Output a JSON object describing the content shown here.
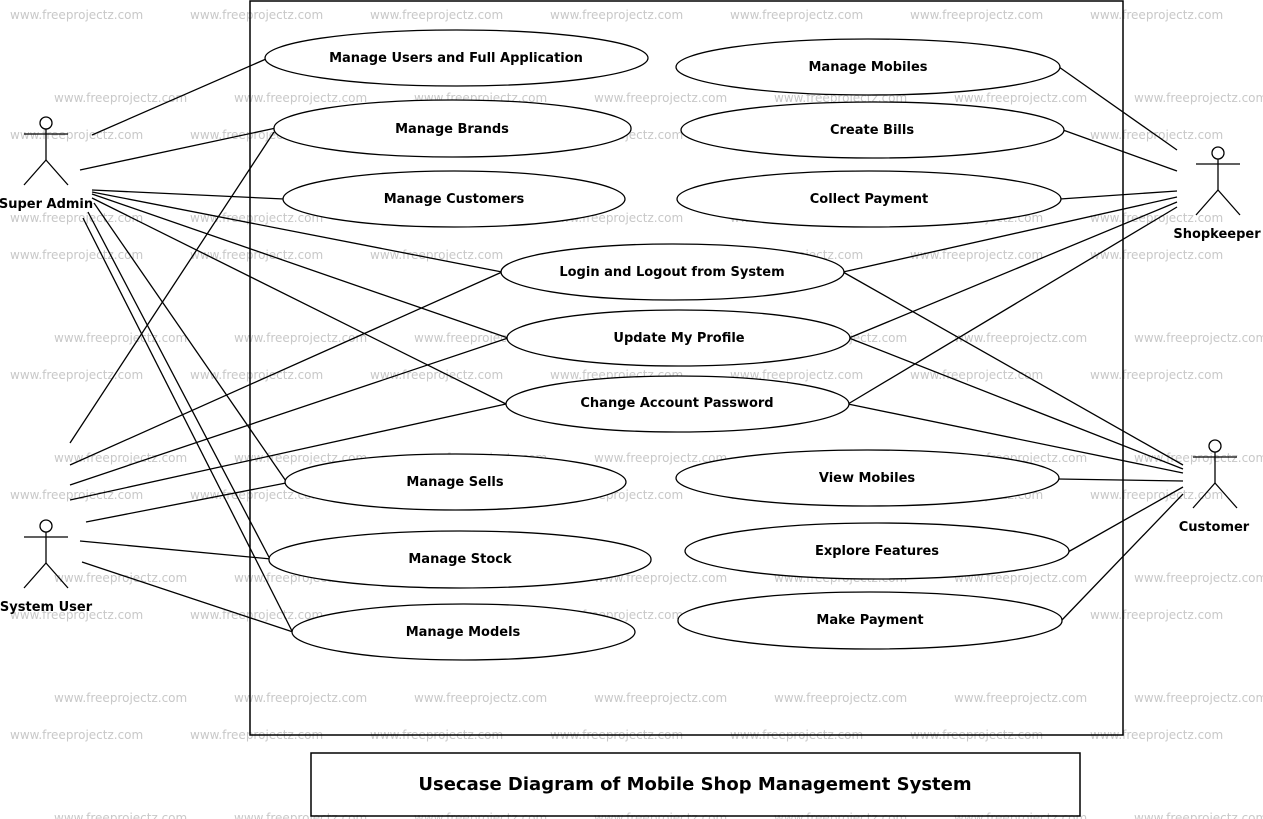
{
  "diagram": {
    "title": "Usecase Diagram of Mobile Shop Management System",
    "watermark": "www.freeprojectz.com",
    "actors": {
      "super_admin": "Super Admin",
      "system_user": "System User",
      "shopkeeper": "Shopkeeper",
      "customer": "Customer"
    },
    "usecases": {
      "manage_users": "Manage Users and Full Application",
      "manage_brands": "Manage Brands",
      "manage_customers": "Manage Customers",
      "login_logout": "Login and Logout from System",
      "update_profile": "Update My Profile",
      "change_password": "Change Account Password",
      "manage_sells": "Manage Sells",
      "manage_stock": "Manage Stock",
      "manage_models": "Manage Models",
      "manage_mobiles": "Manage Mobiles",
      "create_bills": "Create Bills",
      "collect_payment": "Collect Payment",
      "view_mobiles": "View Mobiles",
      "explore_features": "Explore Features",
      "make_payment": "Make Payment"
    }
  }
}
